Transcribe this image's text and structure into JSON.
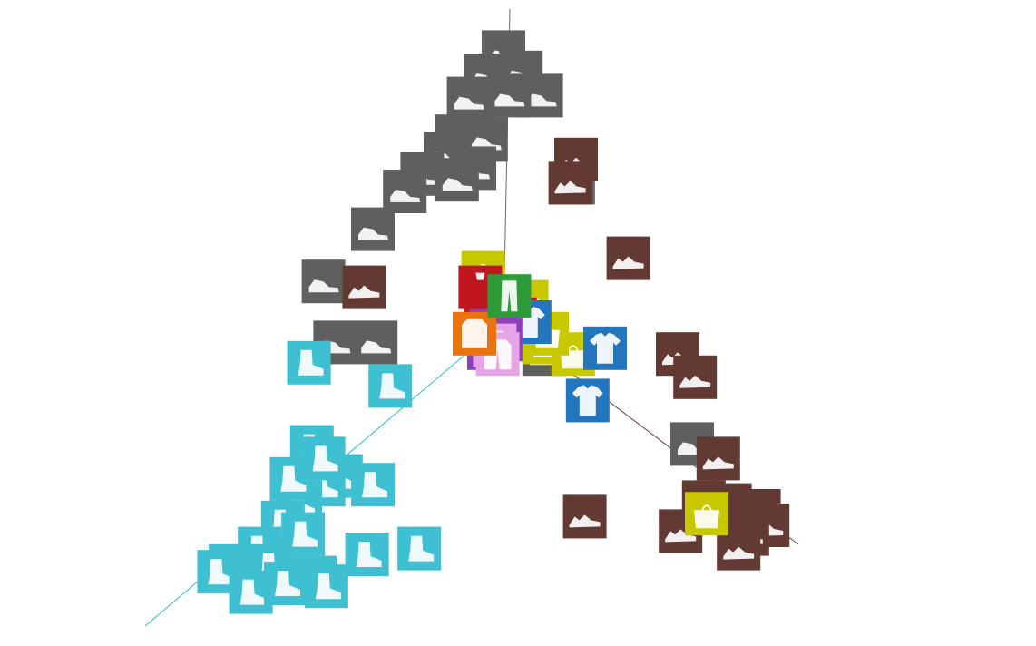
{
  "chart_data": {
    "type": "scatter",
    "title": "",
    "xlabel": "",
    "ylabel": "",
    "grid": false,
    "legend": "none",
    "marker_style": "image-thumbnails",
    "center": [
      0.0,
      0.0
    ],
    "axes": [
      {
        "name": "",
        "direction": "up",
        "color": "#6b6b6b"
      },
      {
        "name": "",
        "direction": "lower-left",
        "color": "#2bbcd0"
      },
      {
        "name": "",
        "direction": "lower-right",
        "color": "#6b3a33"
      }
    ],
    "series": [
      {
        "color": "#5f5f5f",
        "icon": "sneaker-icon",
        "points": [
          {
            "x": 0.0,
            "y": 9.3
          },
          {
            "x": 0.6,
            "y": 8.6
          },
          {
            "x": -0.6,
            "y": 8.5
          },
          {
            "x": 1.3,
            "y": 7.8
          },
          {
            "x": -1.2,
            "y": 7.7
          },
          {
            "x": 0.2,
            "y": 7.8
          },
          {
            "x": -1.6,
            "y": 6.4
          },
          {
            "x": -0.6,
            "y": 6.3
          },
          {
            "x": -2.0,
            "y": 5.8
          },
          {
            "x": -1.0,
            "y": 5.3
          },
          {
            "x": -2.8,
            "y": 5.1
          },
          {
            "x": -1.6,
            "y": 4.9
          },
          {
            "x": -3.4,
            "y": 4.5
          },
          {
            "x": 2.4,
            "y": 4.8
          },
          {
            "x": -4.5,
            "y": 3.2
          },
          {
            "x": -6.2,
            "y": 1.4
          },
          {
            "x": -5.8,
            "y": -0.7
          },
          {
            "x": -4.4,
            "y": -0.7
          },
          {
            "x": 1.4,
            "y": -1.1
          },
          {
            "x": 6.5,
            "y": -4.2
          }
        ]
      },
      {
        "color": "#633a33",
        "icon": "sandal-icon",
        "points": [
          {
            "x": 2.5,
            "y": 5.6
          },
          {
            "x": 2.3,
            "y": 4.8
          },
          {
            "x": 4.3,
            "y": 2.2
          },
          {
            "x": -4.8,
            "y": 1.2
          },
          {
            "x": 6.0,
            "y": -1.1
          },
          {
            "x": 6.6,
            "y": -1.9
          },
          {
            "x": 7.4,
            "y": -4.7
          },
          {
            "x": 7.8,
            "y": -6.3
          },
          {
            "x": 8.2,
            "y": -6.9
          },
          {
            "x": 8.8,
            "y": -6.5
          },
          {
            "x": 9.1,
            "y": -7.0
          },
          {
            "x": 8.4,
            "y": -7.3
          },
          {
            "x": 6.9,
            "y": -6.2
          },
          {
            "x": 2.8,
            "y": -6.7
          },
          {
            "x": 6.1,
            "y": -7.2
          },
          {
            "x": 8.1,
            "y": -7.8
          }
        ]
      },
      {
        "color": "#3ebfd2",
        "icon": "ankle-boot-icon",
        "points": [
          {
            "x": -3.9,
            "y": -2.2
          },
          {
            "x": -6.6,
            "y": -4.3
          },
          {
            "x": -5.6,
            "y": -5.3
          },
          {
            "x": -6.2,
            "y": -5.6
          },
          {
            "x": -4.5,
            "y": -5.6
          },
          {
            "x": -7.0,
            "y": -6.2
          },
          {
            "x": -7.6,
            "y": -6.9
          },
          {
            "x": -8.4,
            "y": -7.8
          },
          {
            "x": -9.4,
            "y": -8.4
          },
          {
            "x": -9.8,
            "y": -8.6
          },
          {
            "x": -8.0,
            "y": -8.4
          },
          {
            "x": -6.5,
            "y": -8.8
          },
          {
            "x": -6.1,
            "y": -9.1
          },
          {
            "x": -8.7,
            "y": -9.3
          },
          {
            "x": -7.5,
            "y": -9.0
          },
          {
            "x": -4.7,
            "y": -8.0
          },
          {
            "x": -2.9,
            "y": -7.8
          },
          {
            "x": -6.9,
            "y": -7.3
          },
          {
            "x": -7.3,
            "y": -5.4
          },
          {
            "x": -6.2,
            "y": -4.7
          },
          {
            "x": -6.7,
            "y": -1.4
          }
        ]
      },
      {
        "color": "#c8c800",
        "icon": "bag-icon",
        "points": [
          {
            "x": -0.7,
            "y": 1.7
          },
          {
            "x": 0.8,
            "y": 0.7
          },
          {
            "x": 1.4,
            "y": -0.7
          },
          {
            "x": 2.4,
            "y": -1.1
          },
          {
            "x": 1.5,
            "y": -0.4
          },
          {
            "x": 7.0,
            "y": -6.6
          }
        ]
      },
      {
        "color": "#c0161d",
        "icon": "dress-icon",
        "points": [
          {
            "x": -0.8,
            "y": 1.2
          },
          {
            "x": -0.3,
            "y": 0.7
          },
          {
            "x": -0.6,
            "y": 0.2
          },
          {
            "x": 0.0,
            "y": 0.4
          },
          {
            "x": 0.4,
            "y": 0.1
          }
        ]
      },
      {
        "color": "#2376be",
        "icon": "tshirt-icon",
        "points": [
          {
            "x": 3.5,
            "y": -0.9
          },
          {
            "x": 2.9,
            "y": -2.7
          },
          {
            "x": 0.9,
            "y": 0.0
          }
        ]
      },
      {
        "color": "#8e3ebc",
        "icon": "pullover-icon",
        "points": [
          {
            "x": -0.4,
            "y": -0.3
          },
          {
            "x": -0.1,
            "y": -0.6
          },
          {
            "x": -0.5,
            "y": -0.9
          }
        ]
      },
      {
        "color": "#e6a3e6",
        "icon": "coat-icon",
        "points": [
          {
            "x": -0.3,
            "y": -0.8
          },
          {
            "x": -0.2,
            "y": -1.1
          }
        ]
      },
      {
        "color": "#e8730f",
        "icon": "shirt-icon",
        "points": [
          {
            "x": -1.0,
            "y": -0.4
          }
        ]
      },
      {
        "color": "#2e9a3a",
        "icon": "trouser-icon",
        "points": [
          {
            "x": 0.2,
            "y": 0.9
          }
        ]
      }
    ]
  }
}
